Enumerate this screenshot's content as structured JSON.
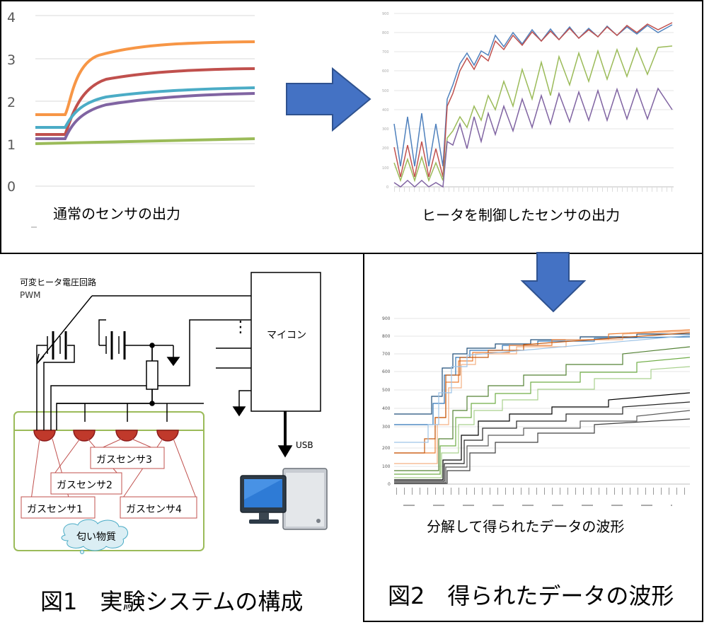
{
  "chart_normal": {
    "y_ticks": [
      "4",
      "3",
      "2",
      "1",
      "0"
    ],
    "caption": "通常のセンサの出力"
  },
  "chart_heater": {
    "caption": "ヒータを制御したセンサの出力"
  },
  "chart_decomposed": {
    "caption": "分解して得られたデータの波形"
  },
  "circuit": {
    "pwm_title": "可変ヒータ電圧回路",
    "pwm_sub": "PWM",
    "mcu": "マイコン",
    "mcu_dots": "⋮",
    "usb": "USB",
    "sensor1": "ガスセンサ1",
    "sensor2": "ガスセンサ2",
    "sensor3": "ガスセンサ3",
    "sensor4": "ガスセンサ4",
    "odor": "匂い物質"
  },
  "figure1_caption": "図1　実験システムの構成",
  "figure2_caption": "図2　得られたデータの波形",
  "colors": {
    "arrow_blue": "#4472c4",
    "arrow_border": "#2f528f",
    "sensor_red": "#c0392b",
    "board_green": "#9bbb59"
  }
}
